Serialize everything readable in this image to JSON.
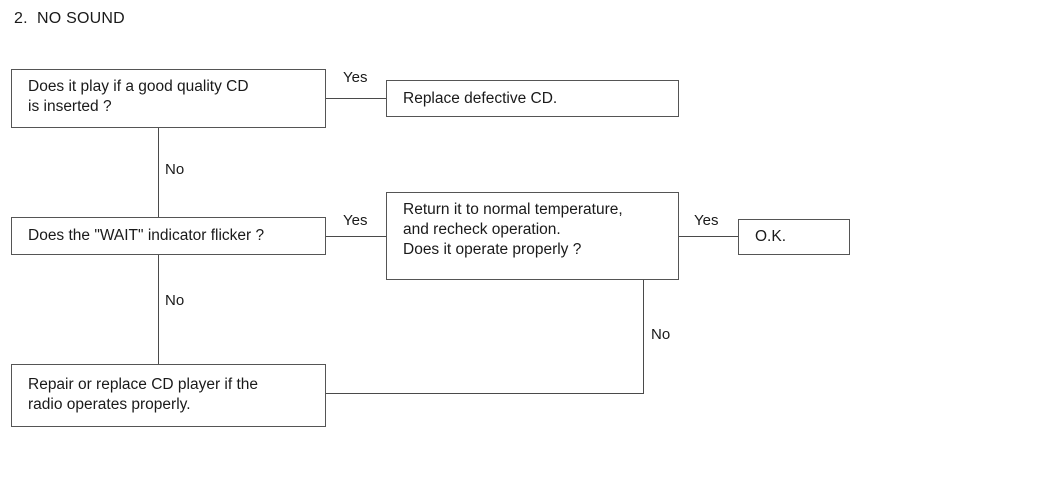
{
  "title": "2.  NO SOUND",
  "nodes": {
    "q_cd": {
      "name": "question-good-cd",
      "lines": [
        "Does it play if a good quality CD",
        "is inserted ?"
      ]
    },
    "a_replace_cd": {
      "name": "action-replace-defective-cd",
      "lines": [
        "Replace defective CD."
      ]
    },
    "q_wait": {
      "name": "question-wait-indicator-flicker",
      "lines": [
        "Does the \"WAIT\" indicator flicker ?"
      ]
    },
    "q_temperature": {
      "name": "question-return-normal-temperature",
      "lines": [
        "Return it to normal temperature,",
        "and recheck operation.",
        "Does it operate properly ?"
      ]
    },
    "a_ok": {
      "name": "terminal-ok",
      "lines": [
        "O.K."
      ]
    },
    "a_repair": {
      "name": "action-repair-or-replace-cd-player",
      "lines": [
        "Repair or replace CD player if the",
        "radio operates properly."
      ]
    }
  },
  "edge_labels": {
    "cd_yes": "Yes",
    "cd_no": "No",
    "wait_yes": "Yes",
    "wait_no": "No",
    "temp_yes": "Yes",
    "temp_no": "No"
  },
  "colors": {
    "box_border": "#555555",
    "connector": "#4a4a4a",
    "text": "#1a1a1a",
    "background": "#ffffff"
  }
}
